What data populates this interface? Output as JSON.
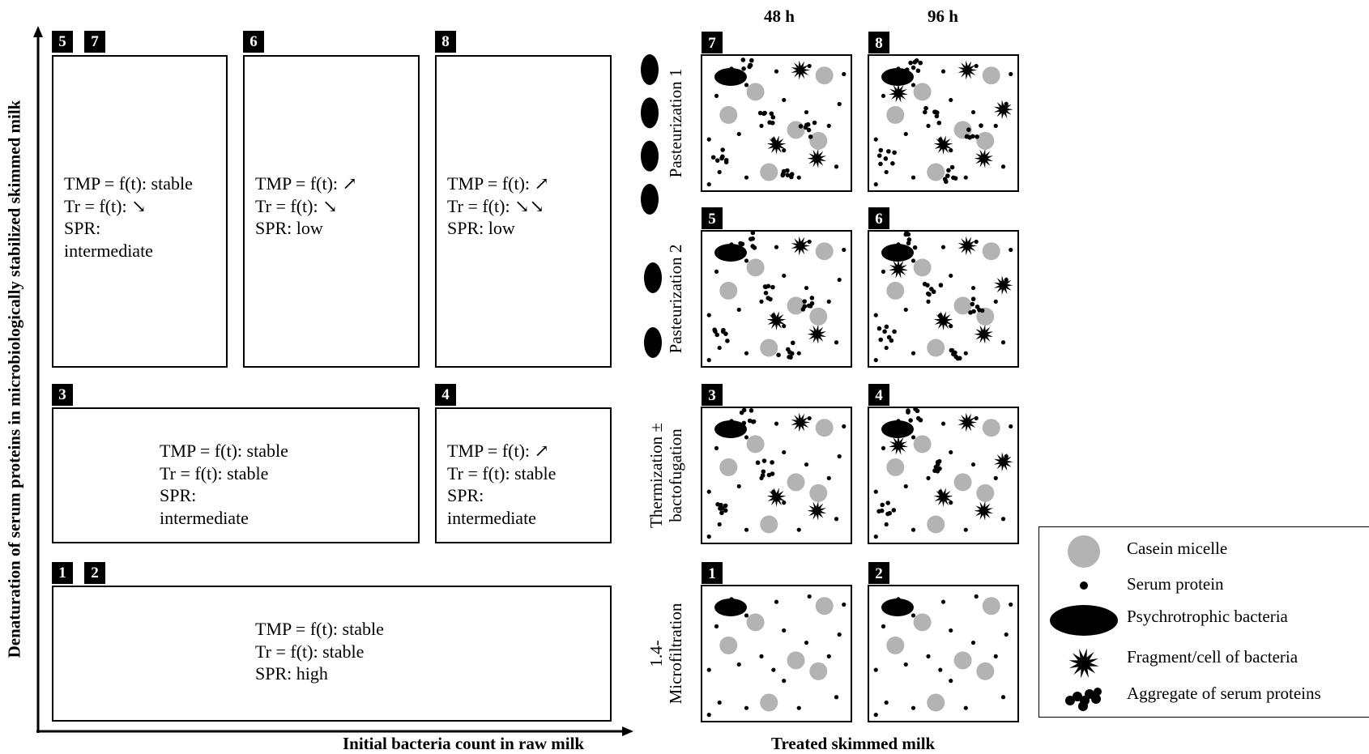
{
  "axes": {
    "y_label": "Denaturation of serum proteins in microbiologically stabilized skimmed milk",
    "x_label": "Initial bacteria count in raw milk"
  },
  "columns": [
    "48 h",
    "96 h"
  ],
  "bottom_label": "Treated skimmed milk",
  "boxes": [
    {
      "badges": [
        "5",
        "7"
      ],
      "lines": [
        "TMP = f(t): stable",
        "Tr = f(t): ↘",
        "SPR:",
        "intermediate"
      ]
    },
    {
      "badges": [
        "6"
      ],
      "lines": [
        "TMP = f(t): ↗",
        "Tr = f(t): ↘",
        "SPR: low"
      ]
    },
    {
      "badges": [
        "8"
      ],
      "lines": [
        "TMP = f(t): ↗",
        "Tr = f(t): ↘↘",
        "SPR: low"
      ]
    },
    {
      "badges": [
        "3"
      ],
      "lines": [
        "TMP = f(t): stable",
        "Tr = f(t): stable",
        "SPR:",
        "intermediate"
      ]
    },
    {
      "badges": [
        "4"
      ],
      "lines": [
        "TMP = f(t): ↗",
        "Tr = f(t): stable",
        "SPR:",
        "intermediate"
      ]
    },
    {
      "badges": [
        "1",
        "2"
      ],
      "lines": [
        "TMP = f(t): stable",
        "Tr = f(t): stable",
        "SPR: high"
      ]
    }
  ],
  "rows": [
    {
      "label_lines": [
        "Pasteurization 1"
      ],
      "bacteria_count": 4,
      "panels": [
        "7",
        "8"
      ]
    },
    {
      "label_lines": [
        "Pasteurization 2"
      ],
      "bacteria_count": 2,
      "panels": [
        "5",
        "6"
      ]
    },
    {
      "label_lines": [
        "Thermization ±",
        "bactofugation"
      ],
      "bacteria_count": 0,
      "panels": [
        "3",
        "4"
      ]
    },
    {
      "label_lines": [
        "1.4-",
        "Microfiltration"
      ],
      "bacteria_count": 0,
      "panels": [
        "1",
        "2"
      ]
    }
  ],
  "legend": {
    "casein": "Casein micelle",
    "serum": "Serum protein",
    "bacteria": "Psychrotrophic bacteria",
    "fragment": "Fragment/cell of bacteria",
    "aggregate": "Aggregate of serum proteins"
  },
  "colors": {
    "micelle": "#b3b3b3",
    "ink": "#000000"
  }
}
